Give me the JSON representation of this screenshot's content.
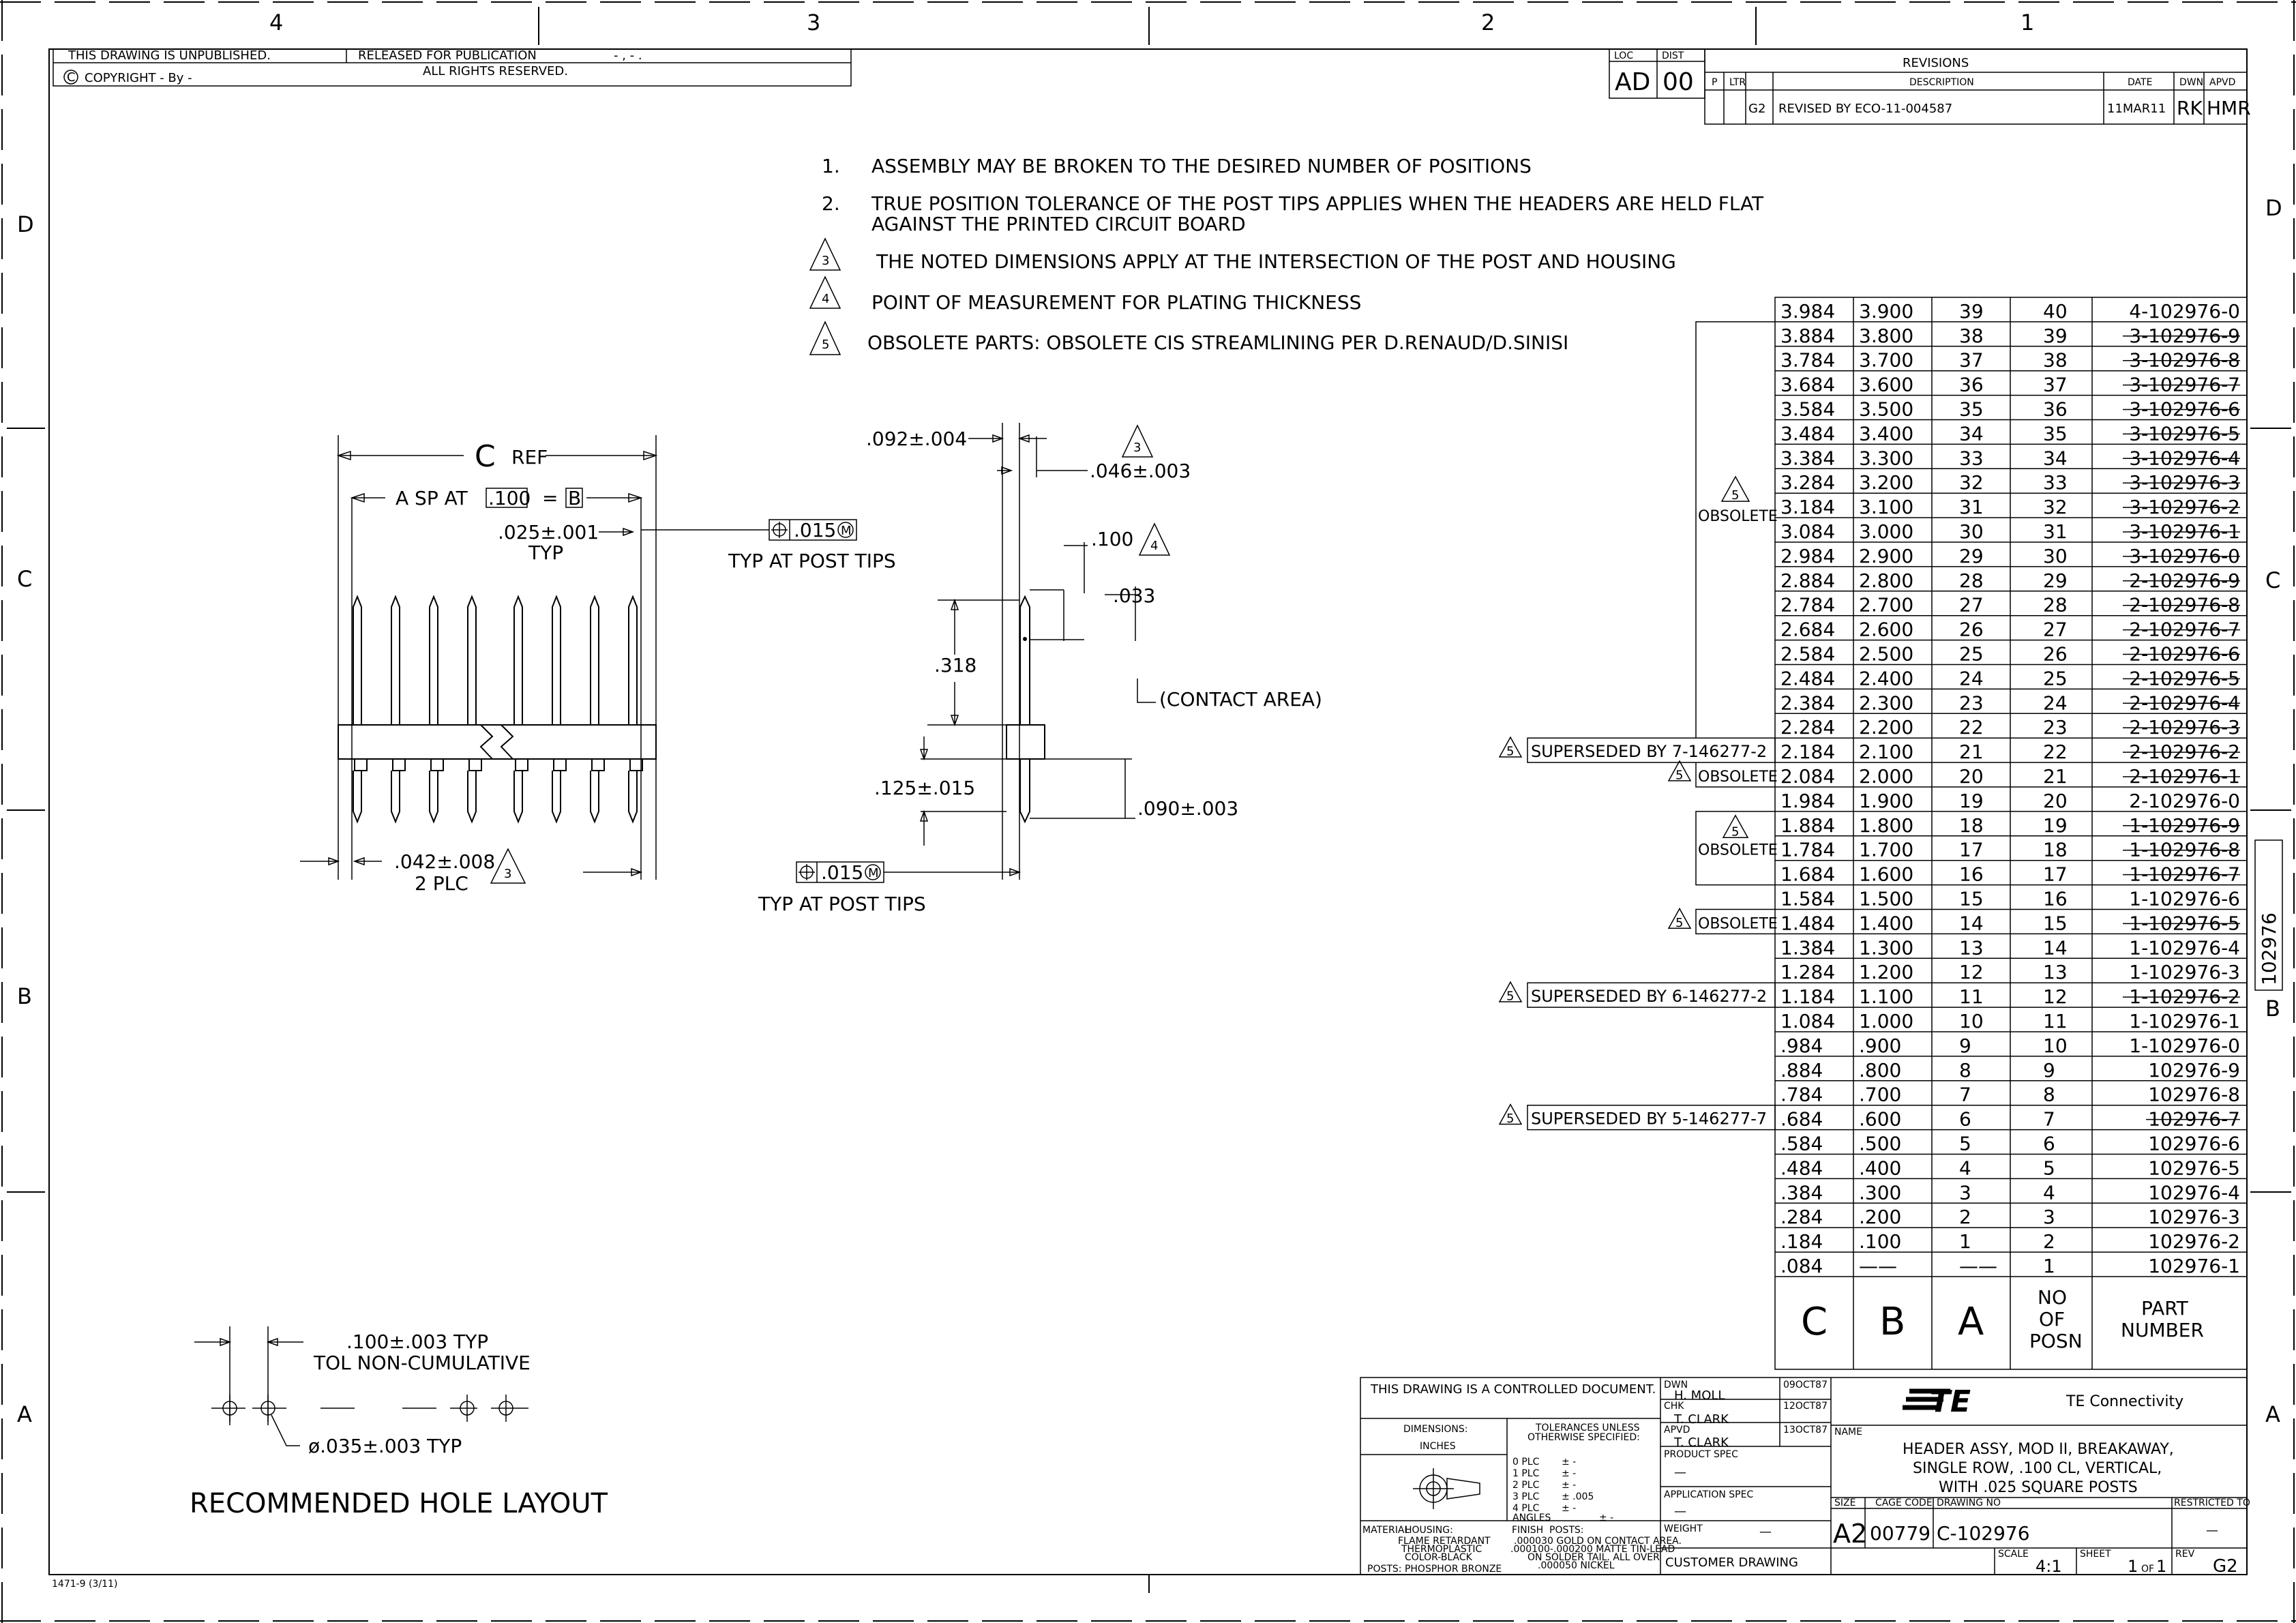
{
  "zones": {
    "cols": [
      "4",
      "3",
      "2",
      "1"
    ],
    "rows": [
      "D",
      "C",
      "B",
      "A"
    ]
  },
  "header": {
    "unpublished": "THIS DRAWING IS UNPUBLISHED.",
    "released": "RELEASED FOR PUBLICATION",
    "released_val": "- , -   .",
    "copyright": "COPYRIGHT  -   By -",
    "rights": "ALL RIGHTS RESERVED."
  },
  "loc": {
    "loc_label": "LOC",
    "loc_value": "AD",
    "dist_label": "DIST",
    "dist_value": "00"
  },
  "revisions": {
    "title": "REVISIONS",
    "headers": {
      "p": "P",
      "ltr": "LTR",
      "desc": "DESCRIPTION",
      "date": "DATE",
      "dwn": "DWN",
      "apvd": "APVD"
    },
    "row": {
      "ltr": "G2",
      "desc": "REVISED BY ECO-11-004587",
      "date": "11MAR11",
      "dwn": "RK",
      "apvd": "HMR"
    }
  },
  "notes": [
    {
      "num": "1.",
      "text": "ASSEMBLY MAY BE BROKEN TO THE DESIRED NUMBER OF POSITIONS"
    },
    {
      "num": "2.",
      "text": "TRUE POSITION TOLERANCE OF THE POST TIPS APPLIES WHEN THE HEADERS ARE HELD FLAT",
      "text2": "AGAINST THE PRINTED CIRCUIT BOARD"
    },
    {
      "num": "3",
      "text": "THE NOTED DIMENSIONS APPLY AT THE INTERSECTION OF THE POST AND HOUSING"
    },
    {
      "num": "4",
      "text": "POINT OF MEASUREMENT FOR PLATING THICKNESS"
    },
    {
      "num": "5",
      "text": "OBSOLETE PARTS: OBSOLETE CIS STREAMLINING PER D.RENAUD/D.SINISI"
    }
  ],
  "front_view": {
    "c_ref": "C",
    "ref": "REF",
    "a_sp": "A SP AT",
    "pitch": ".100",
    "eq": "=",
    "basic": "B",
    "post_width": ".025±.001",
    "typ": "TYP",
    "pos_tol": ".015",
    "mmc": "M",
    "typ_post_tips": "TYP AT POST TIPS",
    "tail": ".042±.008",
    "plc": "2 PLC",
    "tri3": "3"
  },
  "side_view": {
    "d1": ".092±.004",
    "d2": ".046±.003",
    "d3": ".100",
    "d4": ".033",
    "d5": ".318",
    "contact": "(CONTACT AREA)",
    "d6": ".125±.015",
    "d7": ".090±.003",
    "tri3": "3",
    "tri4": "4",
    "pos_tol": ".015",
    "typ_post_tips": "TYP AT POST TIPS"
  },
  "hole_layout": {
    "dim": ".100±.003 TYP",
    "tol": "TOL NON-CUMULATIVE",
    "dia": "ø.035±.003 TYP",
    "title": "RECOMMENDED HOLE LAYOUT"
  },
  "table": {
    "headers": {
      "c": "C",
      "b": "B",
      "a": "A",
      "no": "NO",
      "of": "OF",
      "posn": "POSN",
      "part": "PART",
      "number": "NUMBER"
    },
    "rows": [
      [
        "3.984",
        "3.900",
        "39",
        "40",
        "4-102976-0"
      ],
      [
        "3.884",
        "3.800",
        "38",
        "39",
        "3-102976-9"
      ],
      [
        "3.784",
        "3.700",
        "37",
        "38",
        "3-102976-8"
      ],
      [
        "3.684",
        "3.600",
        "36",
        "37",
        "3-102976-7"
      ],
      [
        "3.584",
        "3.500",
        "35",
        "36",
        "3-102976-6"
      ],
      [
        "3.484",
        "3.400",
        "34",
        "35",
        "3-102976-5"
      ],
      [
        "3.384",
        "3.300",
        "33",
        "34",
        "3-102976-4"
      ],
      [
        "3.284",
        "3.200",
        "32",
        "33",
        "3-102976-3"
      ],
      [
        "3.184",
        "3.100",
        "31",
        "32",
        "3-102976-2"
      ],
      [
        "3.084",
        "3.000",
        "30",
        "31",
        "3-102976-1"
      ],
      [
        "2.984",
        "2.900",
        "29",
        "30",
        "3-102976-0"
      ],
      [
        "2.884",
        "2.800",
        "28",
        "29",
        "2-102976-9"
      ],
      [
        "2.784",
        "2.700",
        "27",
        "28",
        "2-102976-8"
      ],
      [
        "2.684",
        "2.600",
        "26",
        "27",
        "2-102976-7"
      ],
      [
        "2.584",
        "2.500",
        "25",
        "26",
        "2-102976-6"
      ],
      [
        "2.484",
        "2.400",
        "24",
        "25",
        "2-102976-5"
      ],
      [
        "2.384",
        "2.300",
        "23",
        "24",
        "2-102976-4"
      ],
      [
        "2.284",
        "2.200",
        "22",
        "23",
        "2-102976-3"
      ],
      [
        "2.184",
        "2.100",
        "21",
        "22",
        "2-102976-2"
      ],
      [
        "2.084",
        "2.000",
        "20",
        "21",
        "2-102976-1"
      ],
      [
        "1.984",
        "1.900",
        "19",
        "20",
        "2-102976-0"
      ],
      [
        "1.884",
        "1.800",
        "18",
        "19",
        "1-102976-9"
      ],
      [
        "1.784",
        "1.700",
        "17",
        "18",
        "1-102976-8"
      ],
      [
        "1.684",
        "1.600",
        "16",
        "17",
        "1-102976-7"
      ],
      [
        "1.584",
        "1.500",
        "15",
        "16",
        "1-102976-6"
      ],
      [
        "1.484",
        "1.400",
        "14",
        "15",
        "1-102976-5"
      ],
      [
        "1.384",
        "1.300",
        "13",
        "14",
        "1-102976-4"
      ],
      [
        "1.284",
        "1.200",
        "12",
        "13",
        "1-102976-3"
      ],
      [
        "1.184",
        "1.100",
        "11",
        "12",
        "1-102976-2"
      ],
      [
        "1.084",
        "1.000",
        "10",
        "11",
        "1-102976-1"
      ],
      [
        ".984",
        ".900",
        "9",
        "10",
        "1-102976-0"
      ],
      [
        ".884",
        ".800",
        "8",
        "9",
        "102976-9"
      ],
      [
        ".784",
        ".700",
        "7",
        "8",
        "102976-8"
      ],
      [
        ".684",
        ".600",
        "6",
        "7",
        "102976-7"
      ],
      [
        ".584",
        ".500",
        "5",
        "6",
        "102976-6"
      ],
      [
        ".484",
        ".400",
        "4",
        "5",
        "102976-5"
      ],
      [
        ".384",
        ".300",
        "3",
        "4",
        "102976-4"
      ],
      [
        ".284",
        ".200",
        "2",
        "3",
        "102976-3"
      ],
      [
        ".184",
        ".100",
        "1",
        "2",
        "102976-2"
      ],
      [
        ".084",
        "——",
        "——",
        "1",
        "102976-1"
      ]
    ],
    "obsolete_rows": [
      1,
      2,
      3,
      4,
      5,
      6,
      7,
      8,
      9,
      10,
      11,
      12,
      13,
      14,
      15,
      16,
      17,
      18,
      19,
      21,
      22,
      23,
      25,
      28,
      33
    ],
    "obsolete_label": "OBSOLETE",
    "obsolete_tri": "5",
    "superseded": [
      {
        "row": 18,
        "text": "SUPERSEDED BY 7-146277-2"
      },
      {
        "row": 28,
        "text": "SUPERSEDED BY 6-146277-2"
      },
      {
        "row": 33,
        "text": "SUPERSEDED BY 5-146277-7"
      }
    ]
  },
  "side_tab": "102976",
  "title_block": {
    "controlled": "THIS DRAWING IS A CONTROLLED DOCUMENT.",
    "dwn_label": "DWN",
    "dwn": "H. MOLL",
    "dwn_date": "09OCT87",
    "chk_label": "CHK",
    "chk": "T. CLARK",
    "chk_date": "12OCT87",
    "apvd_label": "APVD",
    "apvd": "T. CLARK",
    "apvd_date": "13OCT87",
    "product_spec": "PRODUCT SPEC",
    "product_spec_val": "—",
    "application_spec": "APPLICATION SPEC",
    "application_spec_val": "—",
    "weight": "WEIGHT",
    "weight_val": "—",
    "dimensions": "DIMENSIONS:",
    "inches": "INCHES",
    "tol_title1": "TOLERANCES UNLESS",
    "tol_title2": "OTHERWISE SPECIFIED:",
    "tol_rows": [
      [
        "0 PLC",
        "± -"
      ],
      [
        "1 PLC",
        "± -"
      ],
      [
        "2 PLC",
        "± -"
      ],
      [
        "3 PLC",
        "± .005"
      ],
      [
        "4 PLC",
        "± -"
      ],
      [
        "ANGLES",
        "± -"
      ]
    ],
    "material": "MATERIAL",
    "housing": "HOUSING:",
    "mat1": "FLAME RETARDANT",
    "mat2": "THERMOPLASTIC",
    "mat3": "COLOR-BLACK",
    "posts": "POSTS: PHOSPHOR BRONZE",
    "finish": "FINISH",
    "finish_posts": "POSTS:",
    "fin1": ".000030 GOLD ON CONTACT AREA.",
    "fin2": ".000100-.000200 MATTE TIN-LEAD",
    "fin3": "ON SOLDER TAIL. ALL OVER",
    "fin4": ".000050 NICKEL",
    "logo": "TE",
    "company": "TE Connectivity",
    "name_label": "NAME",
    "name1": "HEADER ASSY, MOD II, BREAKAWAY,",
    "name2": "SINGLE ROW, .100 CL, VERTICAL,",
    "name3": "WITH .025 SQUARE POSTS",
    "size_label": "SIZE",
    "size": "A2",
    "cage_label": "CAGE CODE",
    "cage": "00779",
    "dwgno_label": "DRAWING NO",
    "dwgno": "C-102976",
    "restricted": "RESTRICTED TO",
    "restricted_val": "—",
    "customer": "CUSTOMER DRAWING",
    "scale_label": "SCALE",
    "scale": "4:1",
    "sheet_label": "SHEET",
    "sheet": "1",
    "of": "OF",
    "sheets": "1",
    "rev_label": "REV",
    "rev": "G2"
  },
  "form_no": "1471-9 (3/11)"
}
